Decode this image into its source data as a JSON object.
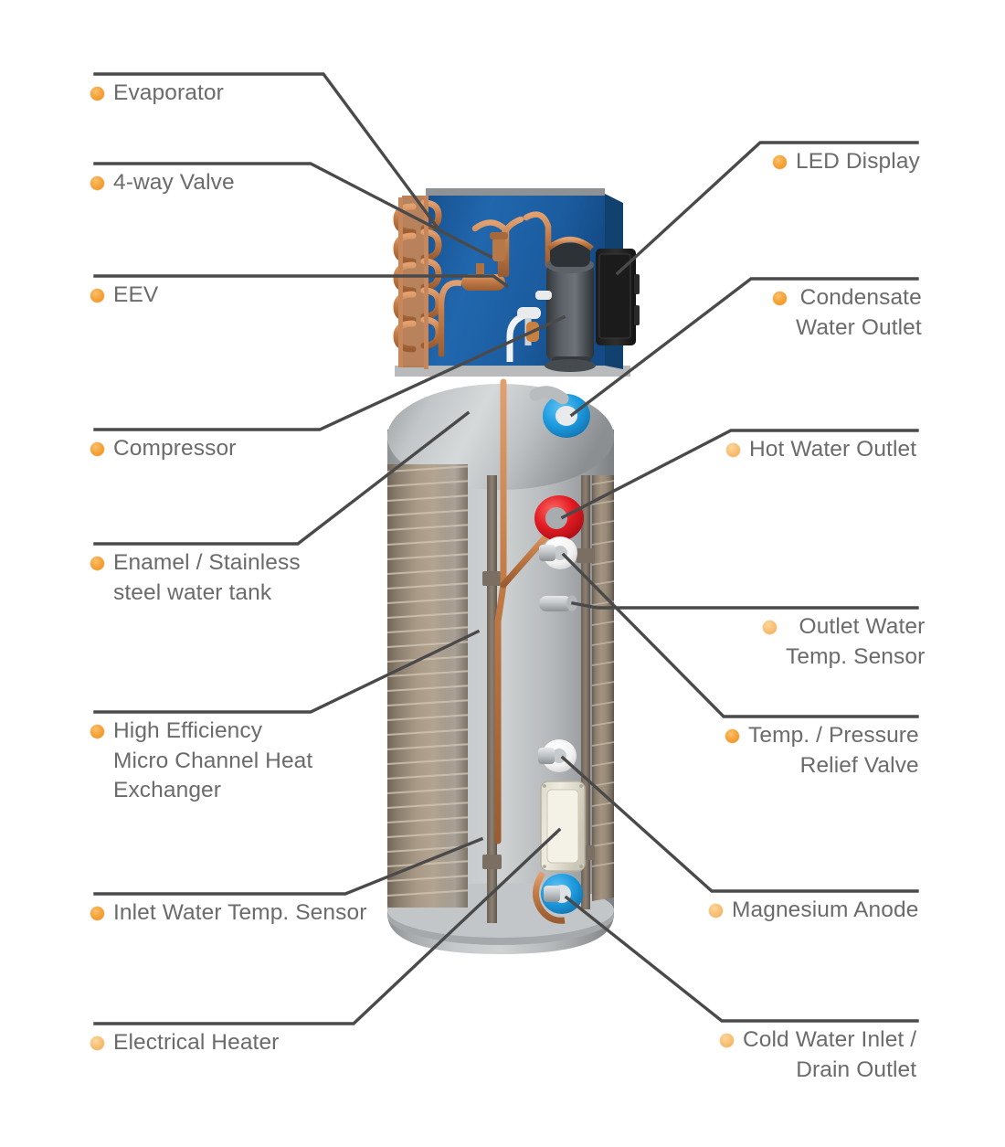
{
  "diagram": {
    "title": "Heat Pump Water Heater Component Callout Diagram",
    "accent_color": "#f0a030",
    "leader_color": "#4a4a4a",
    "text_color": "#6b6b6b",
    "background": "#ffffff"
  },
  "product": {
    "heat_pump_unit": {
      "panel_color": "#1f5fa8",
      "coil_color": "#c97b46",
      "compressor_color": "#4e5358",
      "display_color": "#232323"
    },
    "tank": {
      "shell_color": "#b9bcbe",
      "heat_exchanger_color": "#9c8b7a",
      "access_panel_color": "#e8e4d6",
      "pipe_color": "#c07c4a"
    },
    "ports": [
      {
        "name": "condensate-port",
        "color": "#1e9be0"
      },
      {
        "name": "hot-water-port",
        "color": "#e11a22"
      },
      {
        "name": "relief-valve-port",
        "color": "#ffffff"
      },
      {
        "name": "sensor-port",
        "color": "#c9cdd0"
      },
      {
        "name": "anode-port",
        "color": "#ffffff"
      },
      {
        "name": "cold-inlet-port",
        "color": "#1e9be0"
      }
    ]
  },
  "callouts_left": [
    {
      "id": "evaporator",
      "label": "Evaporator",
      "dot": "bright"
    },
    {
      "id": "four-way-valve",
      "label": "4-way Valve",
      "dot": "bright"
    },
    {
      "id": "eev",
      "label": "EEV",
      "dot": "bright"
    },
    {
      "id": "compressor",
      "label": "Compressor",
      "dot": "bright"
    },
    {
      "id": "water-tank",
      "label": "Enamel / Stainless\nsteel water tank",
      "dot": "bright"
    },
    {
      "id": "heat-exchanger",
      "label": "High Efficiency\nMicro Channel Heat\nExchanger",
      "dot": "bright"
    },
    {
      "id": "inlet-temp-sensor",
      "label": "Inlet Water Temp. Sensor",
      "dot": "bright"
    },
    {
      "id": "electrical-heater",
      "label": "Electrical Heater",
      "dot": "pale"
    }
  ],
  "callouts_right": [
    {
      "id": "led-display",
      "label": "LED Display",
      "dot": "bright"
    },
    {
      "id": "condensate-outlet",
      "label": "Condensate\nWater Outlet",
      "dot": "bright"
    },
    {
      "id": "hot-water-outlet",
      "label": "Hot Water Outlet",
      "dot": "pale"
    },
    {
      "id": "outlet-temp-sensor",
      "label": "Outlet Water\nTemp. Sensor",
      "dot": "pale"
    },
    {
      "id": "relief-valve",
      "label": "Temp. / Pressure\nRelief Valve",
      "dot": "bright"
    },
    {
      "id": "magnesium-anode",
      "label": "Magnesium Anode",
      "dot": "pale"
    },
    {
      "id": "cold-water-inlet",
      "label": "Cold Water Inlet /\nDrain Outlet",
      "dot": "pale"
    }
  ]
}
